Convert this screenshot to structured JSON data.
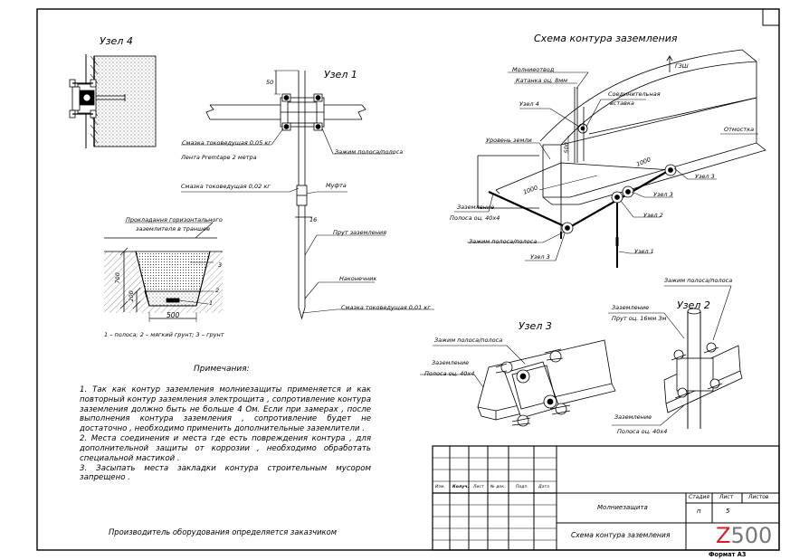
{
  "drawing": {
    "uzel4_title": "Узел 4",
    "uzel1_title": "Узел 1",
    "uzel1_dim": "50",
    "uzel1_labels": {
      "grease1": "Смазка токоведущая 0,05 кг",
      "tape": "Лента Premtape 2 метра",
      "clamp": "Зажим полоса/полоса",
      "grease2": "Смазка токоведущая  0,02 кг",
      "coupling": "Муфта",
      "dim16": "16",
      "rod": "Прут заземления",
      "tip": "Наконечник",
      "grease3": "Смазка токоведущая 0,01 кг"
    },
    "trench": {
      "title_line1": "Прокладання горизонтального",
      "title_line2": "заземлителя в траншее",
      "dim700": "700",
      "dim200": "200",
      "dim500": "500",
      "n1": "1",
      "n2": "2",
      "n3": "3",
      "legend": "1 – полоса; 2 – мягкий грунт; 3 – грунт"
    },
    "scheme": {
      "title": "Схема контура заземления",
      "gzsh": "ГЗШ",
      "lightning_line1": "Молниеотвод",
      "lightning_line2": "Катанка оц. 8мм",
      "uzel4": "Узел 4",
      "insert_line1": "Соединительная",
      "insert_line2": "вставка",
      "ground_level": "Уровень земли",
      "dim500": "500",
      "dim1000a": "1000",
      "dim1000b": "1000",
      "otmostka": "Отмостка",
      "uzel3a": "Узел 3",
      "uzel3b": "Узел 3",
      "uzel2": "Узел 2",
      "uzel1": "Узел 1",
      "uzel3c": "Узел 3",
      "earth_line1": "Заземление",
      "earth_line2": "Полоса оц. 40х4",
      "clamp": "Зажим полоса/полоса"
    },
    "uzel3": {
      "title": "Узел 3",
      "clamp": "Зажим полоса/полоса",
      "earth_line1": "Заземление",
      "earth_line2": "Полоса оц. 40х4"
    },
    "uzel2": {
      "title": "Узел 2",
      "clamp": "Зажим полоса/полоса",
      "earth1_line1": "Заземление",
      "earth1_line2": "Прут оц. 16мм 3м",
      "earth2_line1": "Заземление",
      "earth2_line2": "Полоса оц. 40х4"
    }
  },
  "notes": {
    "title": "Примечания:",
    "items": [
      "1. Так как контур заземления молниезащиты применяется и как повторный контур заземления электрощита , сопротивление контура заземления должно быть не больше 4 Ом. Если при замерах , после выполнения контура заземления , сопротивление будет не достаточно , необходимо применить дополнительные заземлители .",
      "2. Места соединения и места где есть повреждения контура , для дополнительной защиты от коррозии , необходимо обработать специальной мастикой .",
      "3. Засыпать места закладки контура строительным мусором запрещено ."
    ],
    "manufacturer": "Производитель оборудования определяется заказчиком"
  },
  "title_block": {
    "col_izm": "Изм.",
    "col_kol": "Колуч.",
    "col_list": "Лист",
    "col_ndoc": "№ док.",
    "col_podp": "Подп.",
    "col_data": "Дата",
    "project": "Молниезащита",
    "sheet_name": "Схема контура заземления",
    "stage_hdr": "Стадия",
    "list_hdr": "Лист",
    "lists_hdr": "Листов",
    "stage": "п",
    "list": "5",
    "logo_z": "Z",
    "logo_num": "500",
    "format": "Формат А3"
  }
}
